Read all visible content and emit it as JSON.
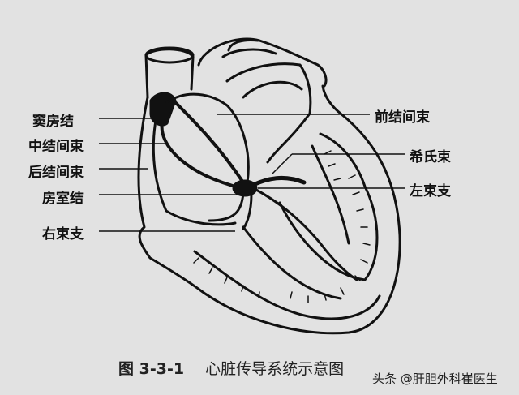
{
  "labels_left": [
    "窦房结",
    "中结间束",
    "后结间束",
    "房室结",
    "右束支"
  ],
  "labels_right": [
    "前结间束",
    "希氏束",
    "左束支"
  ],
  "caption": {
    "number": "图 3-3-1",
    "title": "心脏传导系统示意图"
  },
  "watermark": "头条 @肝胆外科崔医生"
}
